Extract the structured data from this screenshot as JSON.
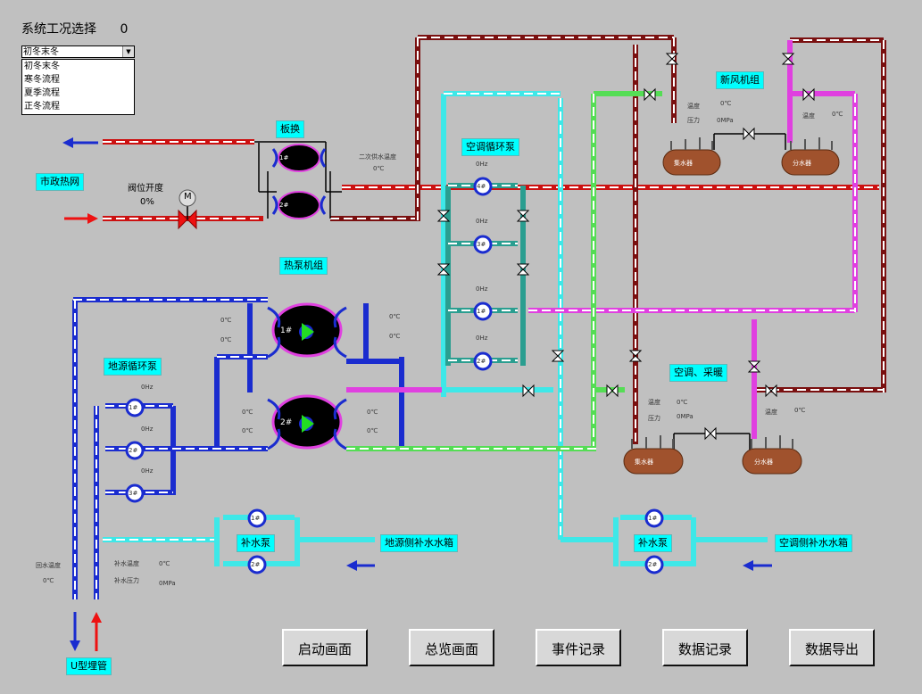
{
  "header": {
    "title": "系统工况选择",
    "value": "0"
  },
  "mode_select": {
    "selected": "初冬末冬",
    "options": [
      "初冬末冬",
      "寒冬流程",
      "夏季流程",
      "正冬流程"
    ]
  },
  "labels": {
    "plate_hx": "板换",
    "municipal": "市政热网",
    "valve_open": "阀位开度",
    "valve_open_val": "0%",
    "heat_pump": "热泵机组",
    "ac_pump": "空调循环泵",
    "fresh_air": "新风机组",
    "ground_pump": "地源循环泵",
    "ac_heat": "空调、采暖",
    "makeup_pump_l": "补水泵",
    "makeup_pump_r": "补水泵",
    "ground_tank": "地源侧补水水箱",
    "ac_tank": "空调侧补水水箱",
    "u_pipe": "U型埋管",
    "valve_m": "M",
    "sec_supply_temp": "二次供水温度",
    "sec_supply_val": "0℃",
    "return_temp": "回水温度",
    "return_val": "0℃",
    "makeup_temp": "补水温度",
    "makeup_temp_val": "0℃",
    "makeup_press": "补水压力",
    "makeup_press_val": "0MPa",
    "temp": "温度",
    "press": "压力",
    "temp_val": "0℃",
    "press_val": "0MPa",
    "hz": "0Hz",
    "deg": "0℃",
    "tank_collect": "集水器",
    "tank_split": "分水器"
  },
  "pumps": {
    "p1": "1#",
    "p2": "2#",
    "p3": "3#",
    "p4": "4#"
  },
  "buttons": {
    "start": "启动画面",
    "overview": "总览画面",
    "events": "事件记录",
    "data": "数据记录",
    "export": "数据导出"
  },
  "colors": {
    "background": "#c0c0c0",
    "label_bg": "#00ffff",
    "red_pipe": "#cc1111",
    "darkred_pipe": "#7a1010",
    "blue_pipe": "#1a2ccf",
    "cyan_pipe": "#3ee8e8",
    "teal_pipe": "#2a9e90",
    "magenta_pipe": "#e040e0",
    "green_pipe": "#55dd55"
  }
}
